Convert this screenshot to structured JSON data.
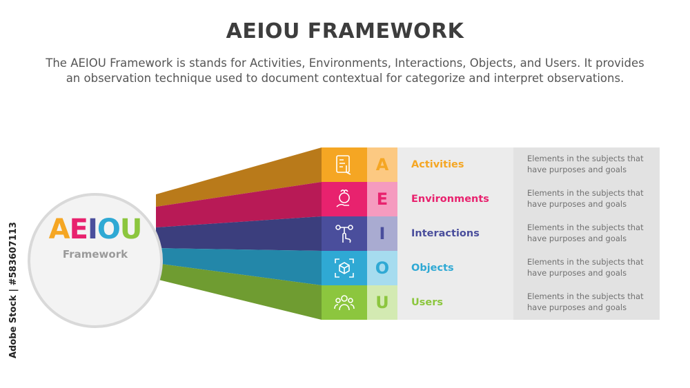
{
  "title": "AEIOU FRAMEWORK",
  "description_line1": "The AEIOU Framework is stands for Activities, Environments, Interactions, Objects, and Users. It provides",
  "description_line2": "an observation technique used to document contextual for categorize and interpret observations.",
  "center": {
    "letters": [
      "A",
      "E",
      "I",
      "O",
      "U"
    ],
    "letter_colors": [
      "#f5a623",
      "#e8226e",
      "#4a4e9c",
      "#2fa9d4",
      "#8cc63e"
    ],
    "subtitle": "Framework"
  },
  "rows": [
    {
      "letter": "A",
      "name": "Activities",
      "description": "Elements in the subjects that have purposes and goals",
      "description_line1": "Elements in the subjects that",
      "description_line2": "have purposes and goals",
      "icon": "clipboard-hand-icon",
      "color": "#f5a623",
      "letter_bg": "#fcc982",
      "beam_color": "#b97a1a"
    },
    {
      "letter": "E",
      "name": "Environments",
      "description": "Elements in the subjects that have purposes and goals",
      "description_line1": "Elements in the subjects that",
      "description_line2": "have purposes and goals",
      "icon": "globe-leaf-hand-icon",
      "color": "#e8226e",
      "letter_bg": "#f59bbf",
      "beam_color": "#b81a56"
    },
    {
      "letter": "I",
      "name": "Interactions",
      "description": "Elements in the subjects that have purposes and goals",
      "description_line1": "Elements in the subjects that",
      "description_line2": "have purposes and goals",
      "icon": "touch-network-icon",
      "color": "#4a4e9c",
      "letter_bg": "#a9abd1",
      "beam_color": "#3b3e7d"
    },
    {
      "letter": "O",
      "name": "Objects",
      "description": "Elements in the subjects that have purposes and goals",
      "description_line1": "Elements in the subjects that",
      "description_line2": "have purposes and goals",
      "icon": "cube-scan-icon",
      "color": "#2fa9d4",
      "letter_bg": "#a6dcef",
      "beam_color": "#2387a9"
    },
    {
      "letter": "U",
      "name": "Users",
      "description": "Elements in the subjects that have purposes and goals",
      "description_line1": "Elements in the subjects that",
      "description_line2": "have purposes and goals",
      "icon": "users-group-icon",
      "color": "#8cc63e",
      "letter_bg": "#d3eab2",
      "beam_color": "#6f9c31"
    }
  ],
  "watermark": "Adobe Stock | #583607113"
}
